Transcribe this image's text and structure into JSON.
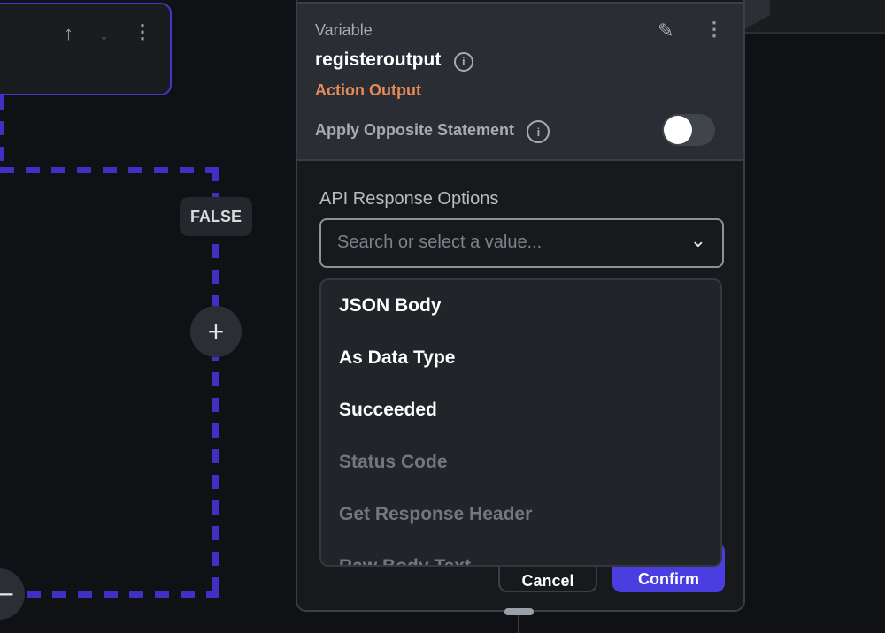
{
  "canvas": {
    "false_label": "FALSE",
    "add_label": "+",
    "minus_label": "−"
  },
  "panel": {
    "variable_label": "Variable",
    "variable_name": "registeroutput",
    "source": "Action Output",
    "apply_opposite_label": "Apply Opposite Statement",
    "apply_opposite_on": false,
    "options_label": "API Response Options",
    "search_placeholder": "Search or select a value...",
    "cancel_label": "Cancel",
    "confirm_label": "Confirm",
    "options": [
      {
        "label": "JSON Body",
        "enabled": true
      },
      {
        "label": "As Data Type",
        "enabled": true
      },
      {
        "label": "Succeeded",
        "enabled": true
      },
      {
        "label": "Status Code",
        "enabled": false
      },
      {
        "label": "Get Response Header",
        "enabled": false
      },
      {
        "label": "Raw Body Text",
        "enabled": false
      }
    ]
  },
  "colors": {
    "accent": "#4b3ee0",
    "dashed": "#3f2fc2",
    "orange": "#e68a5a"
  }
}
